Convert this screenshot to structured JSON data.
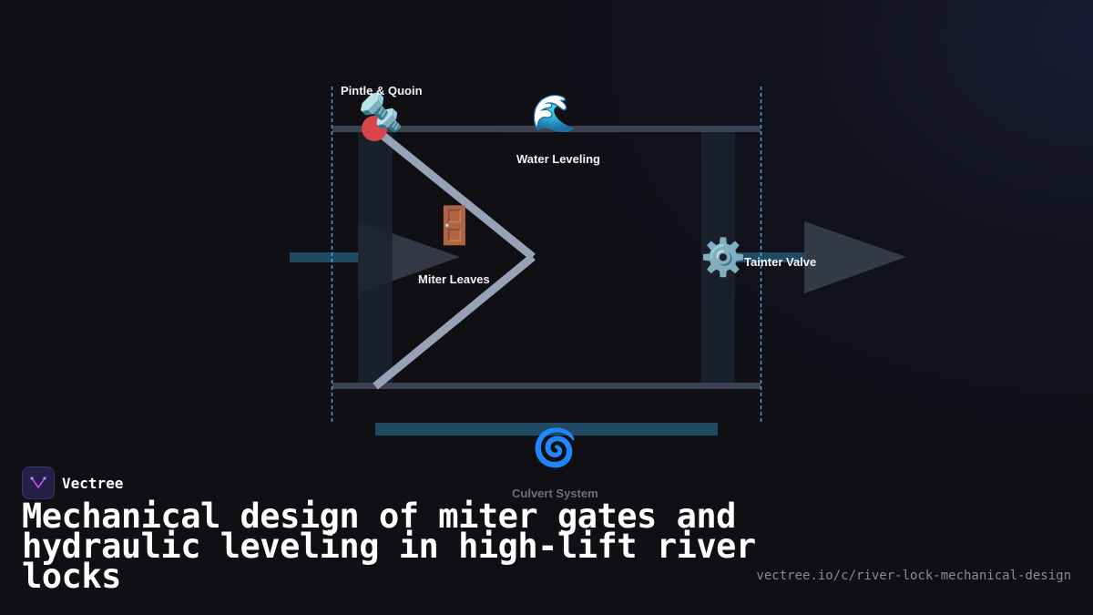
{
  "diagram": {
    "labels": {
      "pintle": "Pintle & Quoin",
      "water_leveling": "Water Leveling",
      "miter_leaves": "Miter Leaves",
      "tainter_valve": "Tainter Valve",
      "culvert_system": "Culvert System"
    },
    "icons": {
      "pintle": "bolt-nut-icon",
      "water_leveling": "water-wave-icon",
      "miter_leaves": "door-icon",
      "tainter_valve": "gear-icon",
      "culvert_system": "cyclone-icon"
    },
    "colors": {
      "gate_leaf": "#98a2b6",
      "pipe": "#1f4a62",
      "boundary": "#3aa6e6",
      "pintle_dot": "#d9434b",
      "arrow": "#3a3f4c"
    }
  },
  "brand": {
    "name": "Vectree",
    "logo": "vectree-logo-icon"
  },
  "title": "Mechanical design of miter gates and hydraulic leveling in high-lift river locks",
  "url": "vectree.io/c/river-lock-mechanical-design"
}
